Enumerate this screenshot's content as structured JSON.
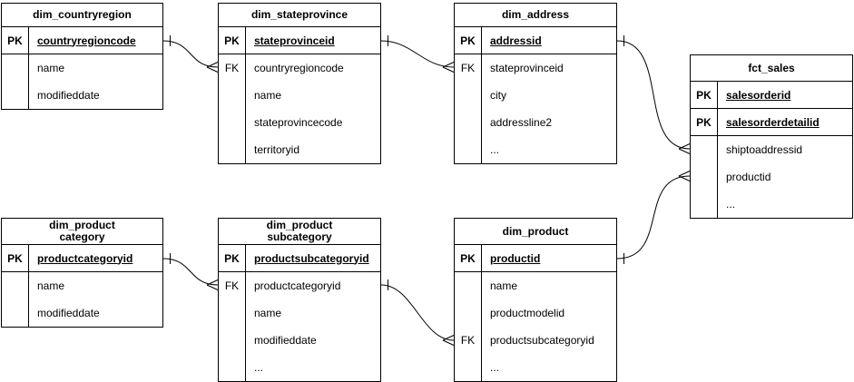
{
  "diagram": {
    "description": "sales star schema entity-relationship diagram",
    "background_color": "#ffffff",
    "line_color": "#000000",
    "text_color": "#000000",
    "key_markers": {
      "primary": "PK",
      "foreign": "FK"
    }
  },
  "tables": [
    {
      "title": "dim_countryregion",
      "rows": [
        {
          "key": "PK",
          "name": "countryregioncode",
          "role": "primary-key"
        },
        {
          "key": "",
          "name": "name",
          "role": "column"
        },
        {
          "key": "",
          "name": "modifieddate",
          "role": "column"
        }
      ]
    },
    {
      "title": "dim_stateprovince",
      "rows": [
        {
          "key": "PK",
          "name": "stateprovinceid",
          "role": "primary-key"
        },
        {
          "key": "FK",
          "name": "countryregioncode",
          "role": "foreign-key"
        },
        {
          "key": "",
          "name": "name",
          "role": "column"
        },
        {
          "key": "",
          "name": "stateprovincecode",
          "role": "column"
        },
        {
          "key": "",
          "name": "territoryid",
          "role": "column"
        }
      ]
    },
    {
      "title": "dim_address",
      "rows": [
        {
          "key": "PK",
          "name": "addressid",
          "role": "primary-key"
        },
        {
          "key": "FK",
          "name": "stateprovinceid",
          "role": "foreign-key"
        },
        {
          "key": "",
          "name": "city",
          "role": "column"
        },
        {
          "key": "",
          "name": "addressline2",
          "role": "column"
        },
        {
          "key": "",
          "name": "...",
          "role": "column"
        }
      ]
    },
    {
      "title": "fct_sales",
      "rows": [
        {
          "key": "PK",
          "name": "salesorderid",
          "role": "primary-key"
        },
        {
          "key": "PK",
          "name": "salesorderdetailid",
          "role": "primary-key"
        },
        {
          "key": "",
          "name": "shiptoaddressid",
          "role": "column"
        },
        {
          "key": "",
          "name": "productid",
          "role": "column"
        },
        {
          "key": "",
          "name": "...",
          "role": "column"
        }
      ]
    },
    {
      "title": "dim_product\ncategory",
      "rows": [
        {
          "key": "PK",
          "name": "productcategoryid",
          "role": "primary-key"
        },
        {
          "key": "",
          "name": "name",
          "role": "column"
        },
        {
          "key": "",
          "name": "modifieddate",
          "role": "column"
        }
      ]
    },
    {
      "title": "dim_product\nsubcategory",
      "rows": [
        {
          "key": "PK",
          "name": "productsubcategoryid",
          "role": "primary-key"
        },
        {
          "key": "FK",
          "name": "productcategoryid",
          "role": "foreign-key"
        },
        {
          "key": "",
          "name": "name",
          "role": "column"
        },
        {
          "key": "",
          "name": "modifieddate",
          "role": "column"
        },
        {
          "key": "",
          "name": "...",
          "role": "column"
        }
      ]
    },
    {
      "title": "dim_product",
      "rows": [
        {
          "key": "PK",
          "name": "productid",
          "role": "primary-key"
        },
        {
          "key": "",
          "name": "name",
          "role": "column"
        },
        {
          "key": "",
          "name": "productmodelid",
          "role": "column"
        },
        {
          "key": "FK",
          "name": "productsubcategoryid",
          "role": "foreign-key"
        },
        {
          "key": "",
          "name": "...",
          "role": "column"
        }
      ]
    }
  ],
  "relationships": [
    {
      "from": "dim_countryregion.countryregioncode",
      "to": "dim_stateprovince.countryregioncode",
      "cardinality": "one-to-many"
    },
    {
      "from": "dim_stateprovince.stateprovinceid",
      "to": "dim_address.stateprovinceid",
      "cardinality": "one-to-many"
    },
    {
      "from": "dim_address.addressid",
      "to": "fct_sales.shiptoaddressid",
      "cardinality": "one-to-many"
    },
    {
      "from": "dim_product.productid",
      "to": "fct_sales.productid",
      "cardinality": "one-to-many"
    },
    {
      "from": "dim_product category.productcategoryid",
      "to": "dim_product subcategory.productcategoryid",
      "cardinality": "one-to-many"
    },
    {
      "from": "dim_product subcategory.productsubcategoryid",
      "to": "dim_product.productsubcategoryid",
      "cardinality": "one-to-many"
    }
  ]
}
